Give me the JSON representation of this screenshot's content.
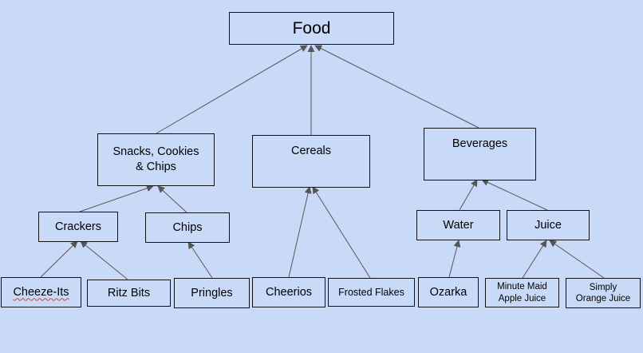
{
  "diagram": {
    "root": "Food",
    "categories": [
      {
        "label": "Snacks, Cookies\n& Chips"
      },
      {
        "label": "Cereals"
      },
      {
        "label": "Beverages"
      }
    ],
    "subcategories": [
      {
        "label": "Crackers"
      },
      {
        "label": "Chips"
      },
      {
        "label": "Water"
      },
      {
        "label": "Juice"
      }
    ],
    "products": [
      {
        "label": "Cheeze-Its"
      },
      {
        "label": "Ritz Bits"
      },
      {
        "label": "Pringles"
      },
      {
        "label": "Cheerios"
      },
      {
        "label": "Frosted Flakes"
      },
      {
        "label": "Ozarka"
      },
      {
        "label": "Minute Maid\nApple Juice"
      },
      {
        "label": "Simply\nOrange Juice"
      }
    ]
  },
  "colors": {
    "background": "#c9daf8",
    "border": "#111111",
    "arrow": "#555555"
  }
}
